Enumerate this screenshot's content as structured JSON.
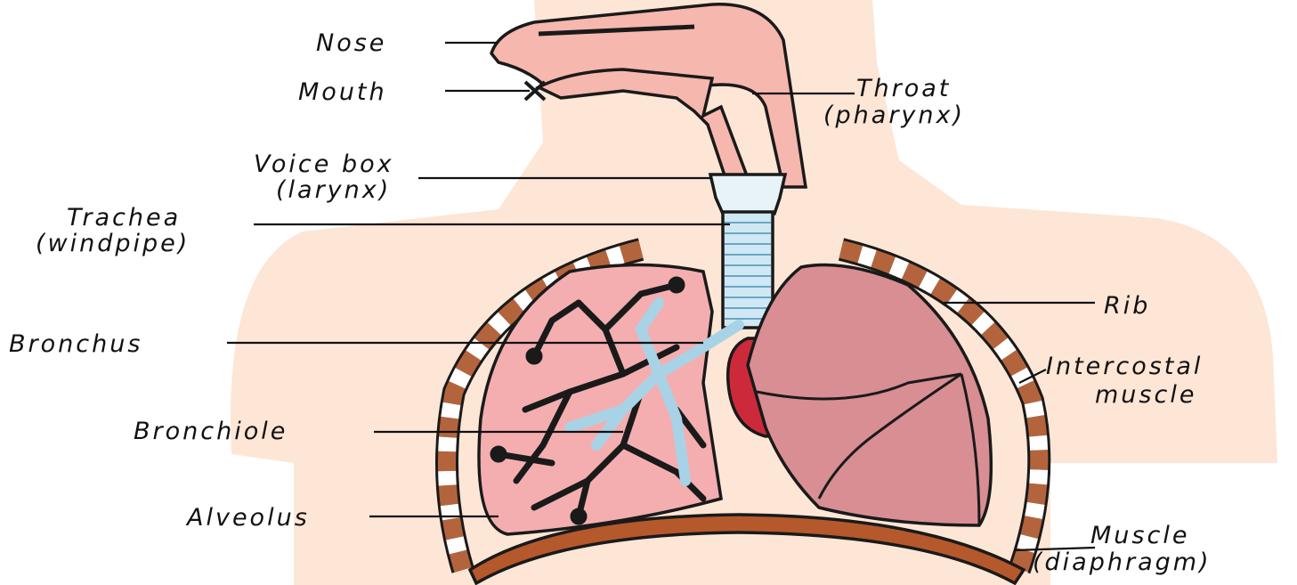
{
  "labels": {
    "nose": "Nose",
    "mouth": "Mouth",
    "throat_1": "Throat",
    "throat_2": "(pharynx)",
    "voice_box_1": "Voice box",
    "voice_box_2": "(larynx)",
    "trachea_1": "Trachea",
    "trachea_2": "(windpipe)",
    "bronchus": "Bronchus",
    "bronchiole": "Bronchiole",
    "alveolus": "Alveolus",
    "rib": "Rib",
    "intercostal_1": "Intercostal",
    "intercostal_2": "muscle",
    "muscle_1": "Muscle",
    "muscle_2": "(diaphragm)"
  },
  "colors": {
    "body_silhouette": "#fde6d6",
    "airway_pink": "#f6b7ae",
    "lung_left": "#f4aeb0",
    "lung_right": "#d88e92",
    "trachea_blue": "#cfe8f4",
    "heart_red": "#cc2a3a",
    "rib_brown": "#b4643c",
    "diaphragm_brown": "#b5582c",
    "bronchiole_dark": "#1a1a1a"
  }
}
